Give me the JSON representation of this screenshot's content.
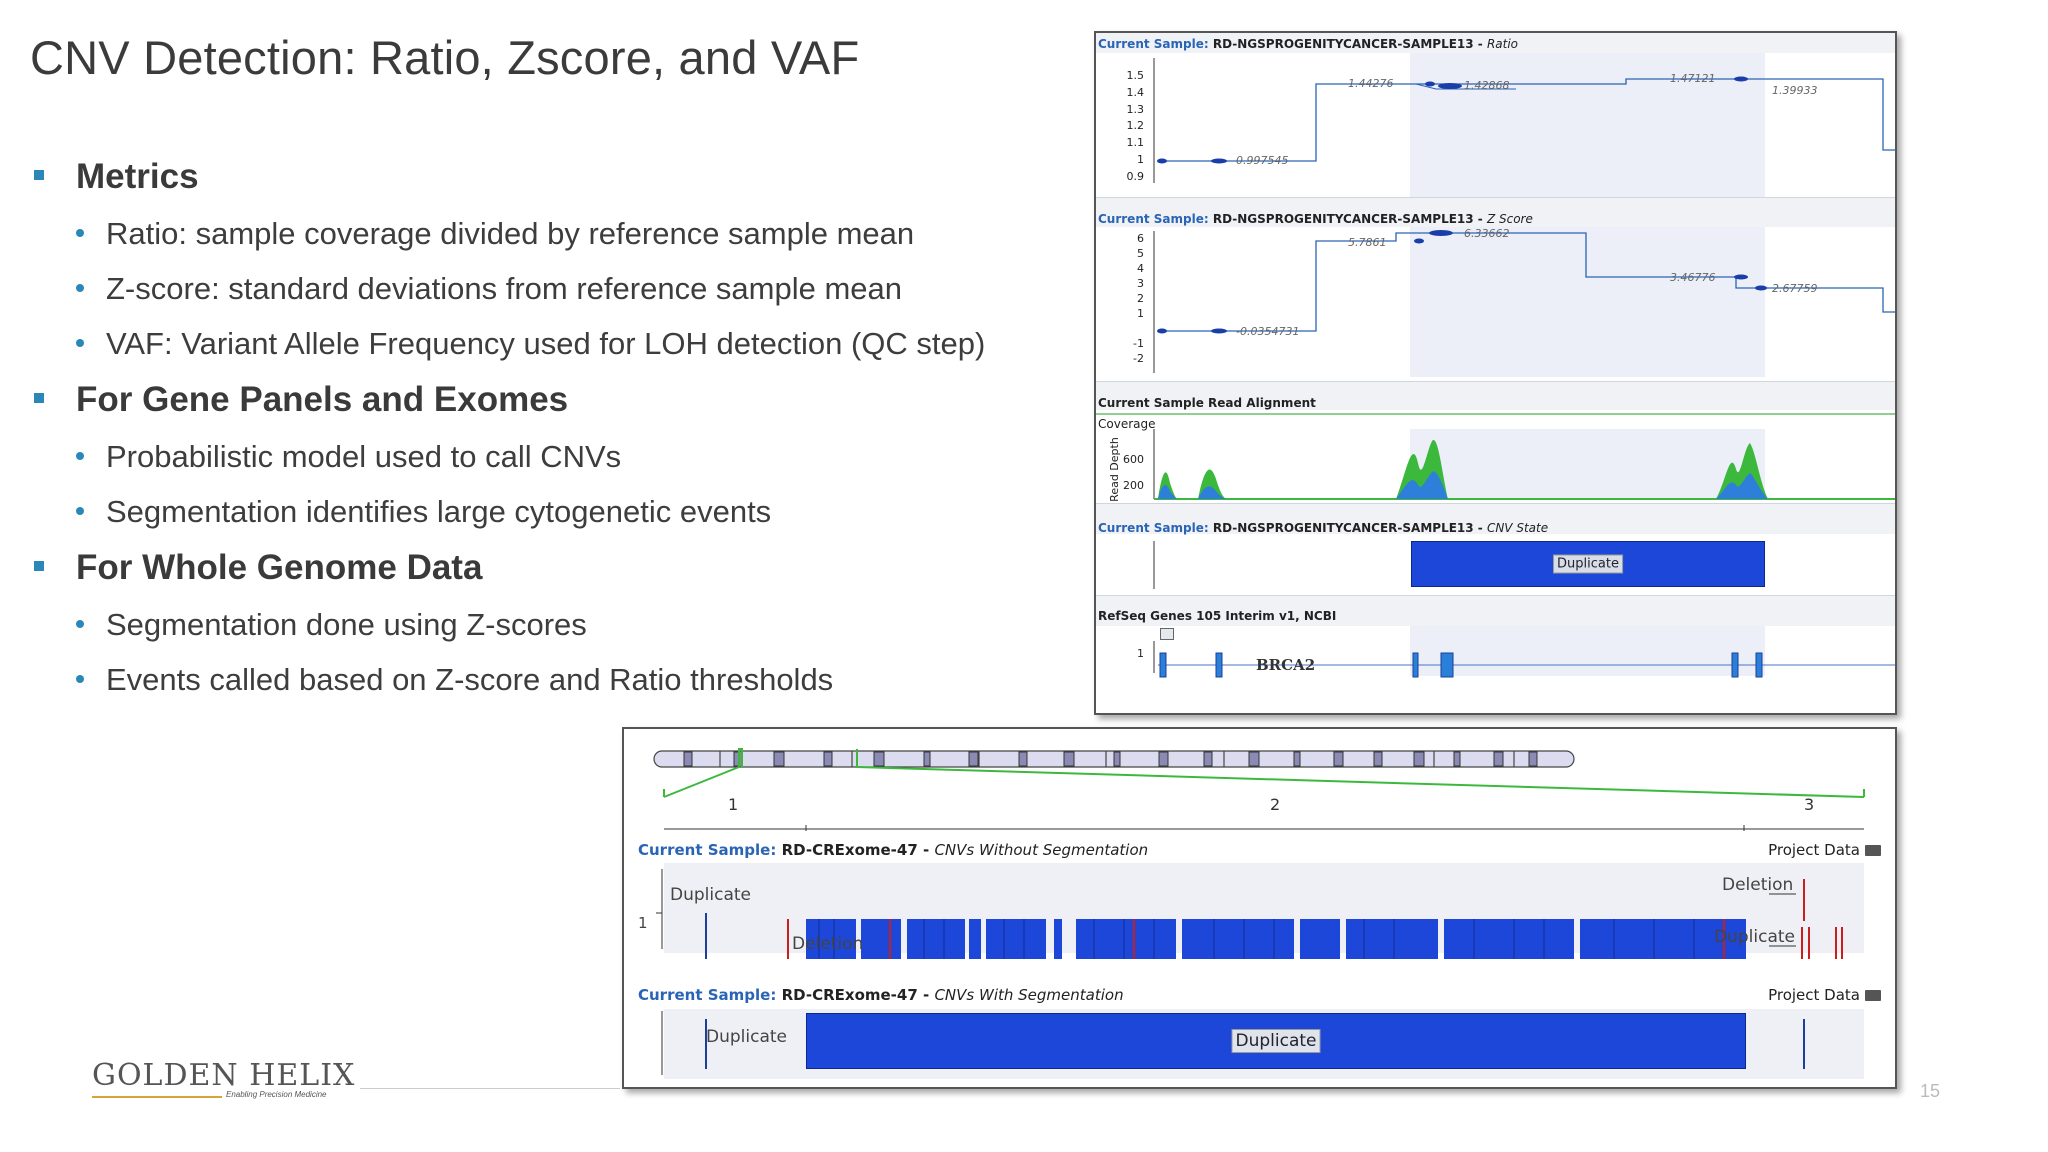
{
  "slide": {
    "title": "CNV Detection: Ratio, Zscore, and VAF",
    "page_number": "15"
  },
  "bullets": [
    {
      "heading": "Metrics",
      "items": [
        "Ratio: sample coverage divided by reference sample mean",
        "Z-score: standard deviations from reference sample mean",
        "VAF: Variant Allele Frequency used for LOH detection (QC step)"
      ]
    },
    {
      "heading": "For Gene Panels and Exomes",
      "items": [
        "Probabilistic model used to call CNVs",
        "Segmentation identifies large cytogenetic events"
      ]
    },
    {
      "heading": "For Whole Genome Data",
      "items": [
        "Segmentation done using Z-scores",
        "Events called based on Z-score and Ratio thresholds"
      ]
    }
  ],
  "top_panel": {
    "current_sample_label": "Current Sample:",
    "sample_name": "RD-NGSPROGENITYCANCER-SAMPLE13",
    "ratio_track": {
      "suffix": "Ratio",
      "yticks": [
        "1.5",
        "1.4",
        "1.3",
        "1.2",
        "1.1",
        "1",
        "0.9"
      ],
      "value_labels": [
        "0.997545",
        "1.44276",
        "1.42868",
        "1.47121",
        "1.39933"
      ]
    },
    "zscore_track": {
      "suffix": "Z Score",
      "yticks": [
        "6",
        "5",
        "4",
        "3",
        "2",
        "1",
        "-1",
        "-2"
      ],
      "value_labels": [
        "-0.0354731",
        "5.7861",
        "6.33662",
        "3.46776",
        "2.67759"
      ]
    },
    "read_alignment": {
      "title": "Current Sample Read Alignment",
      "coverage_label": "Coverage",
      "axis_label": "Read Depth",
      "yticks": [
        "600",
        "200"
      ]
    },
    "cnv_state_track": {
      "suffix": "CNV State",
      "box_label": "Duplicate"
    },
    "genes_track": {
      "title": "RefSeq Genes 105 Interim v1, NCBI",
      "ytick": "1",
      "gene": "BRCA2"
    }
  },
  "bottom_panel": {
    "chromosome_numbers": [
      "1",
      "2",
      "3"
    ],
    "current_sample_label": "Current Sample:",
    "sample_name": "RD-CRExome-47",
    "without_seg": {
      "suffix": "CNVs Without Segmentation",
      "project_data": "Project Data",
      "ytick": "1",
      "duplicate_label": "Duplicate",
      "deletion_left": "Deletion",
      "deletion_right": "Deletion",
      "duplicate_right": "Duplicate"
    },
    "with_seg": {
      "suffix": "CNVs With Segmentation",
      "project_data": "Project Data",
      "duplicate_label": "Duplicate",
      "box_label": "Duplicate"
    }
  },
  "logo": {
    "name": "GOLDEN HELIX",
    "tagline": "Enabling Precision Medicine"
  },
  "colors": {
    "accent": "#2a87b8",
    "cnv_blue": "#1d47d8",
    "deletion_red": "#c81e1e",
    "coverage_green": "#3cb93c",
    "coverage_blue": "#2e7fd9",
    "logo_gold": "#d9a33a"
  }
}
